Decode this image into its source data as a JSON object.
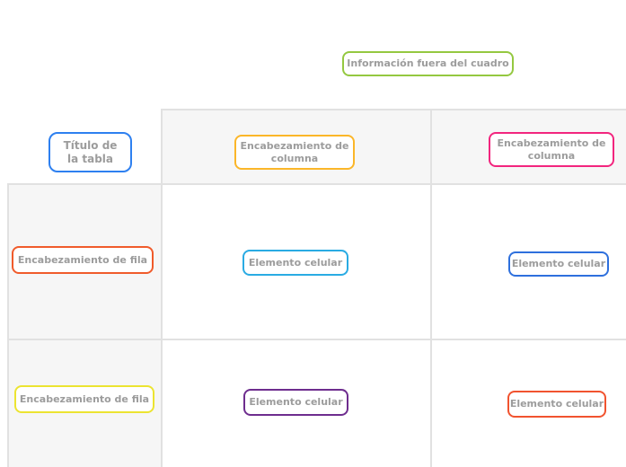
{
  "canvas": {
    "background": "#ffffff",
    "grid_line_color": "#e1e1e1",
    "shaded_cell_color": "#f6f6f6",
    "text_color": "#9c9c9c"
  },
  "nodes": {
    "outside_info": {
      "label": "Información fuera del cuadro",
      "border_color": "#94c840"
    },
    "table_title": {
      "label": "Título de la tabla",
      "border_color": "#2e80f0"
    },
    "col_header_1": {
      "label": "Encabezamiento de columna",
      "border_color": "#fbb629"
    },
    "col_header_2": {
      "label": "Encabezamiento de columna",
      "border_color": "#f2257e"
    },
    "row_header_1": {
      "label": "Encabezamiento de fila",
      "border_color": "#f05b2b"
    },
    "cell_r1c1": {
      "label": "Elemento celular",
      "border_color": "#2aabe3"
    },
    "cell_r1c2": {
      "label": "Elemento celular",
      "border_color": "#2e70dd"
    },
    "row_header_2": {
      "label": "Encabezamiento de fila",
      "border_color": "#ece431"
    },
    "cell_r2c1": {
      "label": "Elemento celular",
      "border_color": "#6e2d8e"
    },
    "cell_r2c2": {
      "label": "Elemento celular",
      "border_color": "#f1532f"
    }
  }
}
